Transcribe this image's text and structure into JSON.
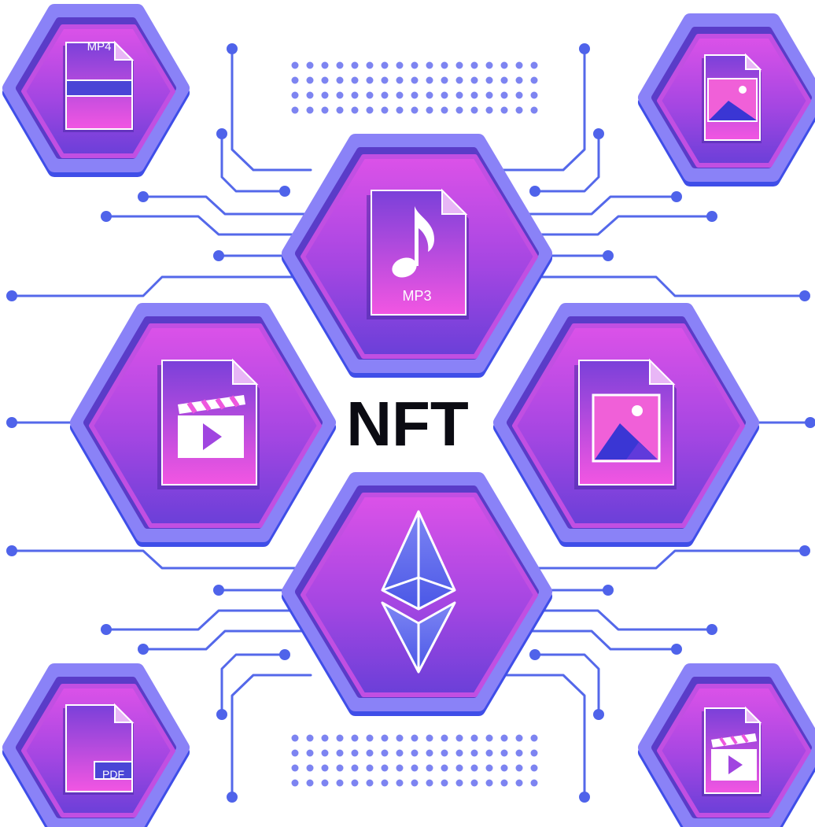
{
  "title": "NFT",
  "labels": {
    "mp4": "MP4",
    "mp3": "MP3",
    "pdf": "PDF"
  },
  "colors": {
    "hex_outer": "#8a82f7",
    "hex_edge": "#3f4ee8",
    "hex_top": "#d84fe6",
    "hex_bottom": "#6a3fd8",
    "circuit": "#4a5ee8",
    "doc_top": "#7b3fd8",
    "doc_bottom": "#ef52e0",
    "text": "#0b0b12"
  },
  "icons": [
    "mp4-file-icon",
    "image-file-icon",
    "mp3-file-icon",
    "video-file-icon",
    "ethereum-icon",
    "pdf-file-icon",
    "circuit-lines",
    "dot-grid"
  ]
}
